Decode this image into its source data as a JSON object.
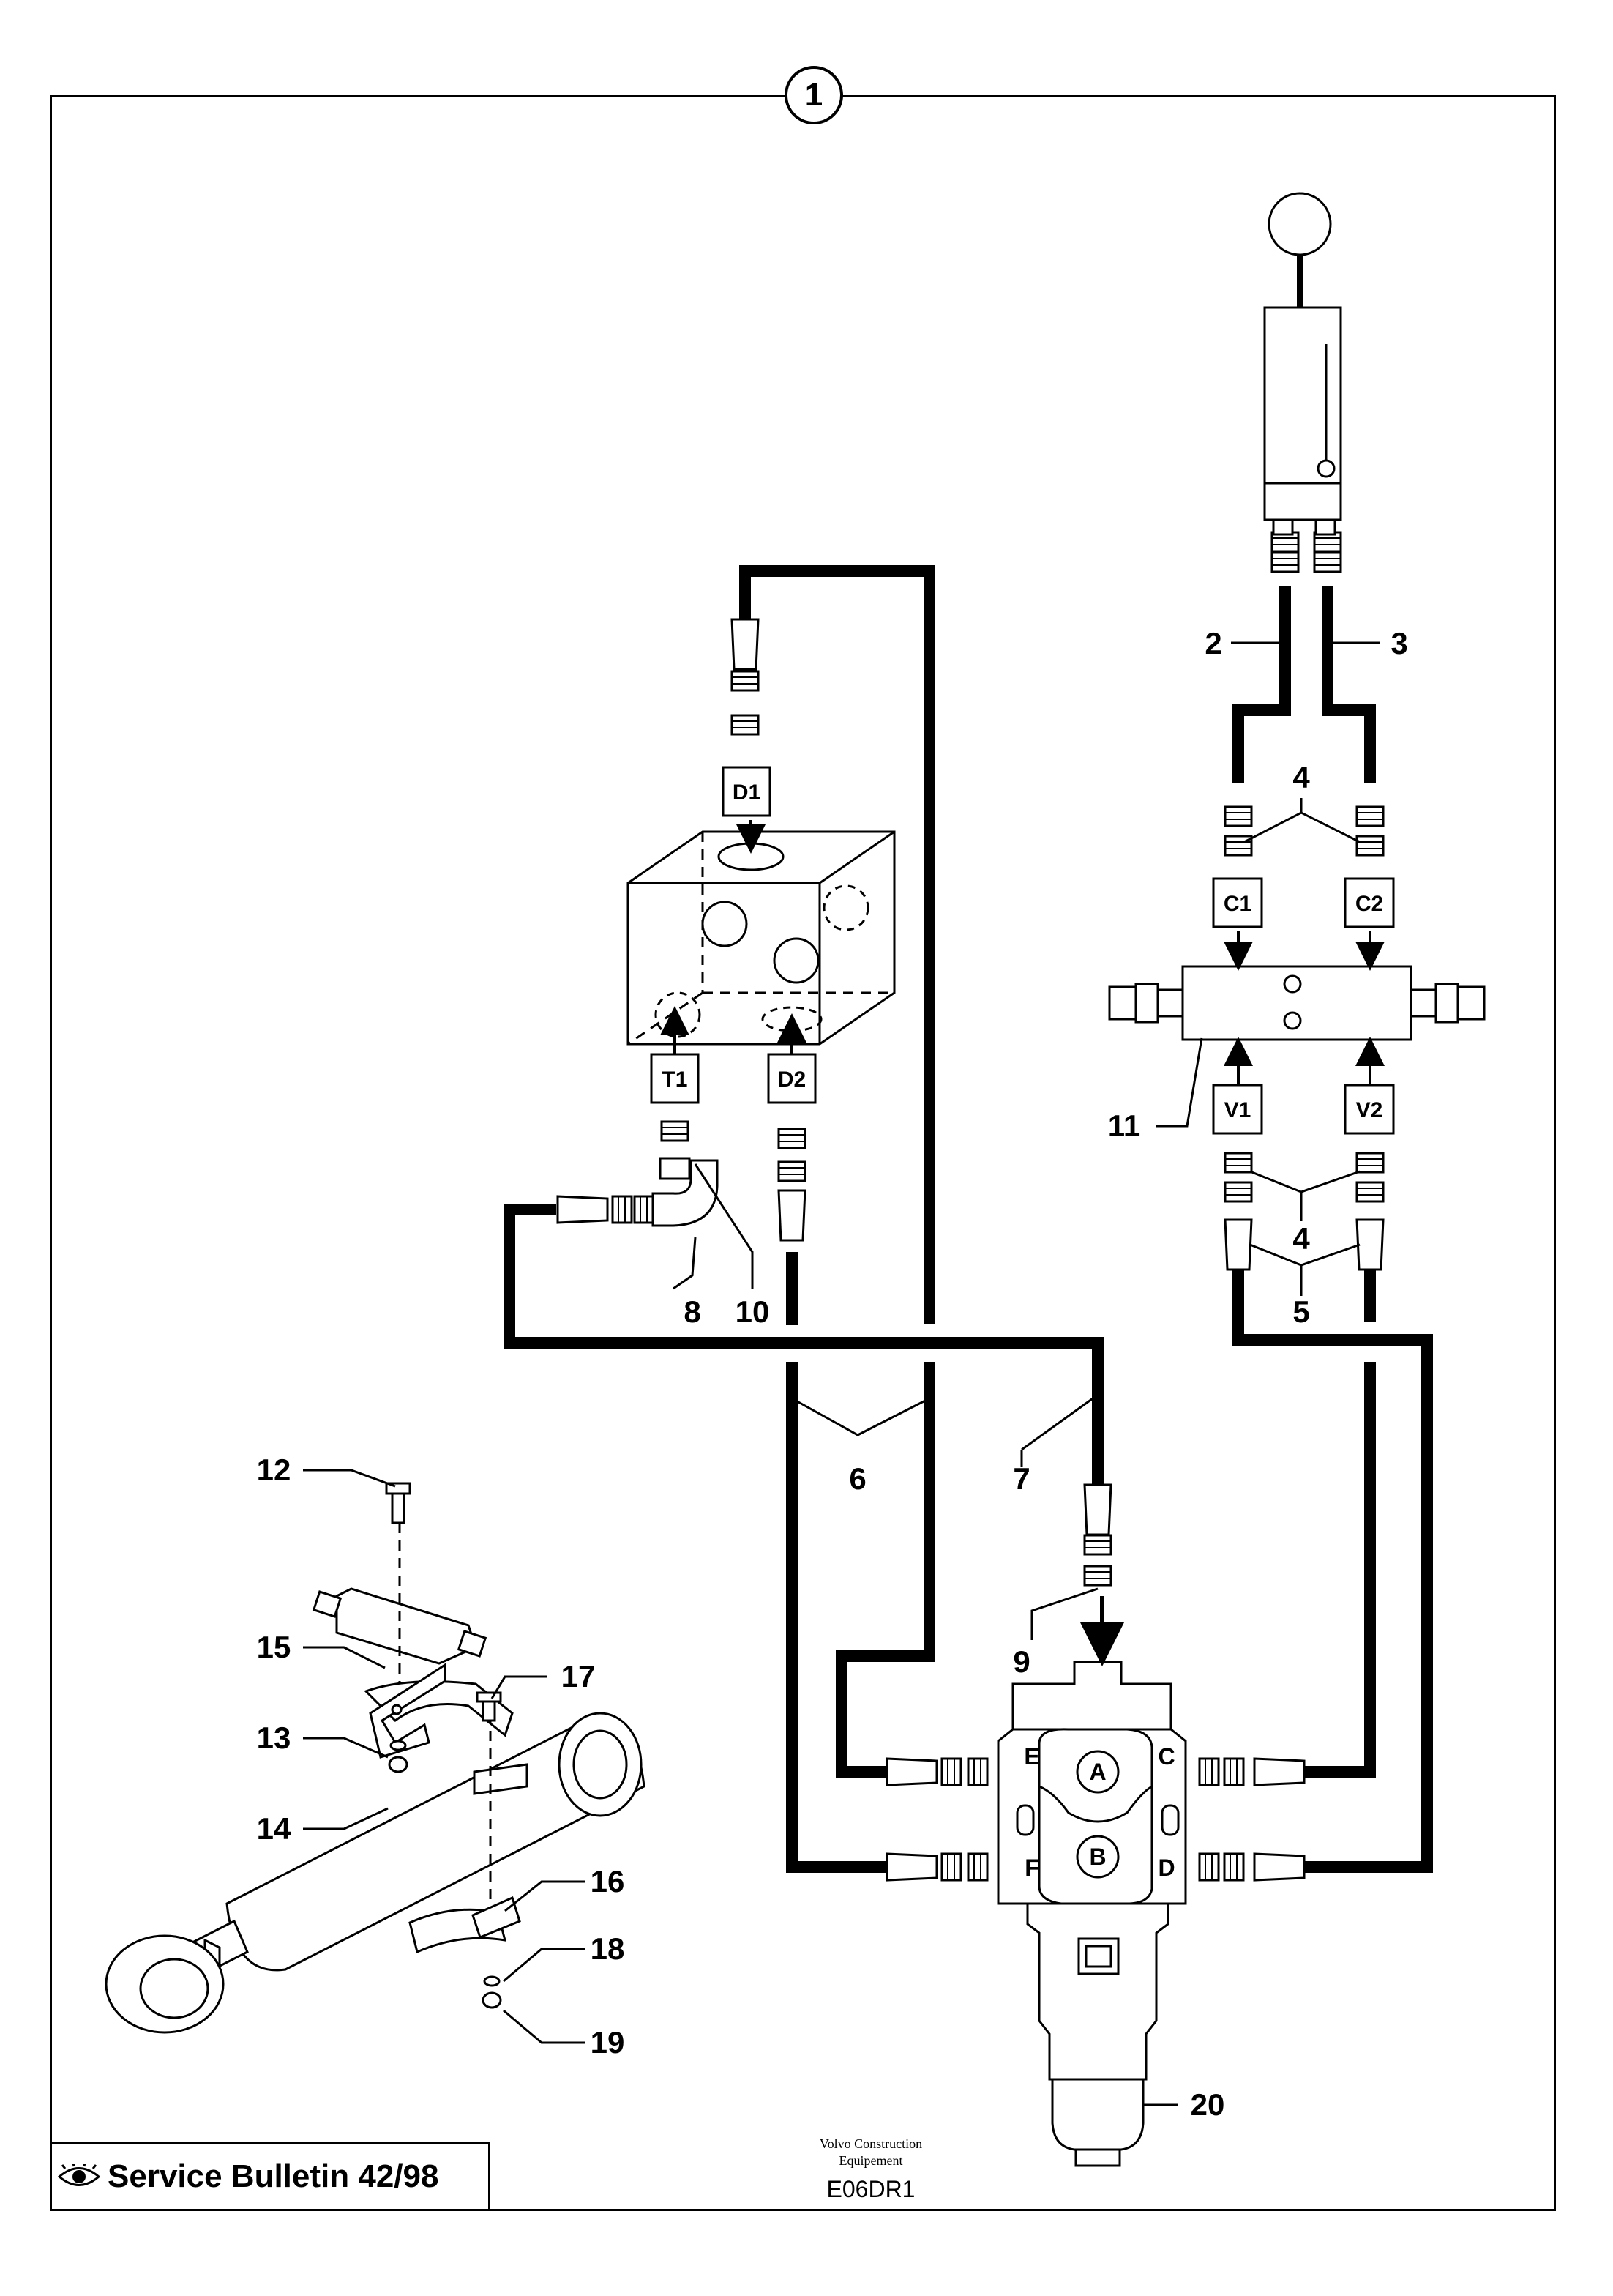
{
  "sheet": {
    "number": "1"
  },
  "bulletin": {
    "icon": "eye-icon",
    "text": "Service Bulletin 42/98"
  },
  "manufacturer": {
    "line1": "Volvo Construction",
    "line2": "Equipement"
  },
  "drawing_code": "E06DR1",
  "port_labels": {
    "D1": "D1",
    "D2": "D2",
    "T1": "T1",
    "C1": "C1",
    "C2": "C2",
    "V1": "V1",
    "V2": "V2"
  },
  "valve_ports": {
    "A": "A",
    "B": "B",
    "C": "C",
    "D": "D",
    "E": "E",
    "F": "F"
  },
  "callouts": {
    "c2": "2",
    "c3": "3",
    "c4a": "4",
    "c4b": "4",
    "c5": "5",
    "c6": "6",
    "c7": "7",
    "c8": "8",
    "c9": "9",
    "c10": "10",
    "c11": "11",
    "c12": "12",
    "c13": "13",
    "c14": "14",
    "c15": "15",
    "c16": "16",
    "c17": "17",
    "c18": "18",
    "c19": "19",
    "c20": "20"
  }
}
